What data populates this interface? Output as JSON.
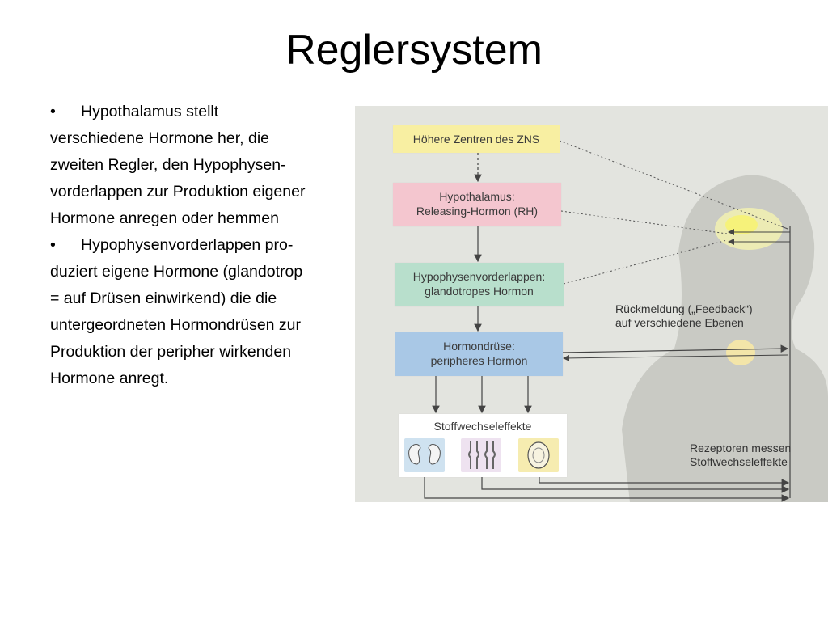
{
  "title": "Reglersystem",
  "bullets": [
    {
      "marker": "•",
      "lines": [
        "Hypothalamus stellt",
        "verschiedene Hormone her, die",
        "zweiten Regler, den Hypophysen-",
        "vorderlappen zur Produktion eigener",
        "Hormone anregen oder hemmen"
      ]
    },
    {
      "marker": "•",
      "lines": [
        "Hypophysenvorderlappen pro-",
        "duziert eigene Hormone (glandotrop",
        "= auf Drüsen einwirkend) die die",
        "untergeordneten Hormondrüsen zur",
        "Produktion der peripher wirkenden",
        "Hormone anregt."
      ]
    }
  ],
  "figure": {
    "zns": "Höhere Zentren des ZNS",
    "hypothalamus": [
      "Hypothalamus:",
      "Releasing-Hormon (RH)"
    ],
    "hvl": [
      "Hypophysenvorderlappen:",
      "glandotropes Hormon"
    ],
    "gland": [
      "Hormondrüse:",
      "peripheres Hormon"
    ],
    "stoffwechsel": "Stoffwechseleffekte",
    "feedback": [
      "Rückmeldung („Feedback“)",
      "auf verschiedene Ebenen"
    ],
    "rezeptoren": [
      "Rezeptoren messen",
      "Stoffwechseleffekte"
    ],
    "organs": [
      "kidney-icon",
      "joint-icon",
      "bone-icon"
    ]
  }
}
